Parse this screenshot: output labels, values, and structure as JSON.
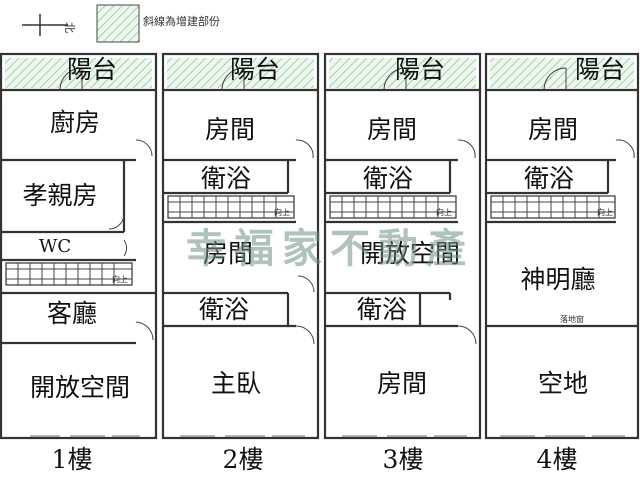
{
  "legend": {
    "north_marker": "北",
    "hatch_caption": "斜線為增建部份"
  },
  "watermark": "幸福家不動產",
  "floors": [
    {
      "floor_label": "1樓",
      "rooms": [
        "陽台",
        "廚房",
        "孝親房",
        "WC",
        "客廳",
        "開放空間"
      ],
      "stair_note": "向上"
    },
    {
      "floor_label": "2樓",
      "rooms": [
        "陽台",
        "房間",
        "衛浴",
        "房間",
        "衛浴",
        "主臥"
      ],
      "stair_note": "向上"
    },
    {
      "floor_label": "3樓",
      "rooms": [
        "陽台",
        "房間",
        "衛浴",
        "開放空間",
        "衛浴",
        "房間"
      ],
      "stair_note": "向上"
    },
    {
      "floor_label": "4樓",
      "rooms": [
        "陽台",
        "房間",
        "衛浴",
        "神明廳",
        "空地"
      ],
      "stair_note": "向上",
      "window_note": "落地窗"
    }
  ],
  "colors": {
    "wall": "#333333",
    "hatch": "#8fc79b",
    "watermark": "#6f8f86"
  }
}
